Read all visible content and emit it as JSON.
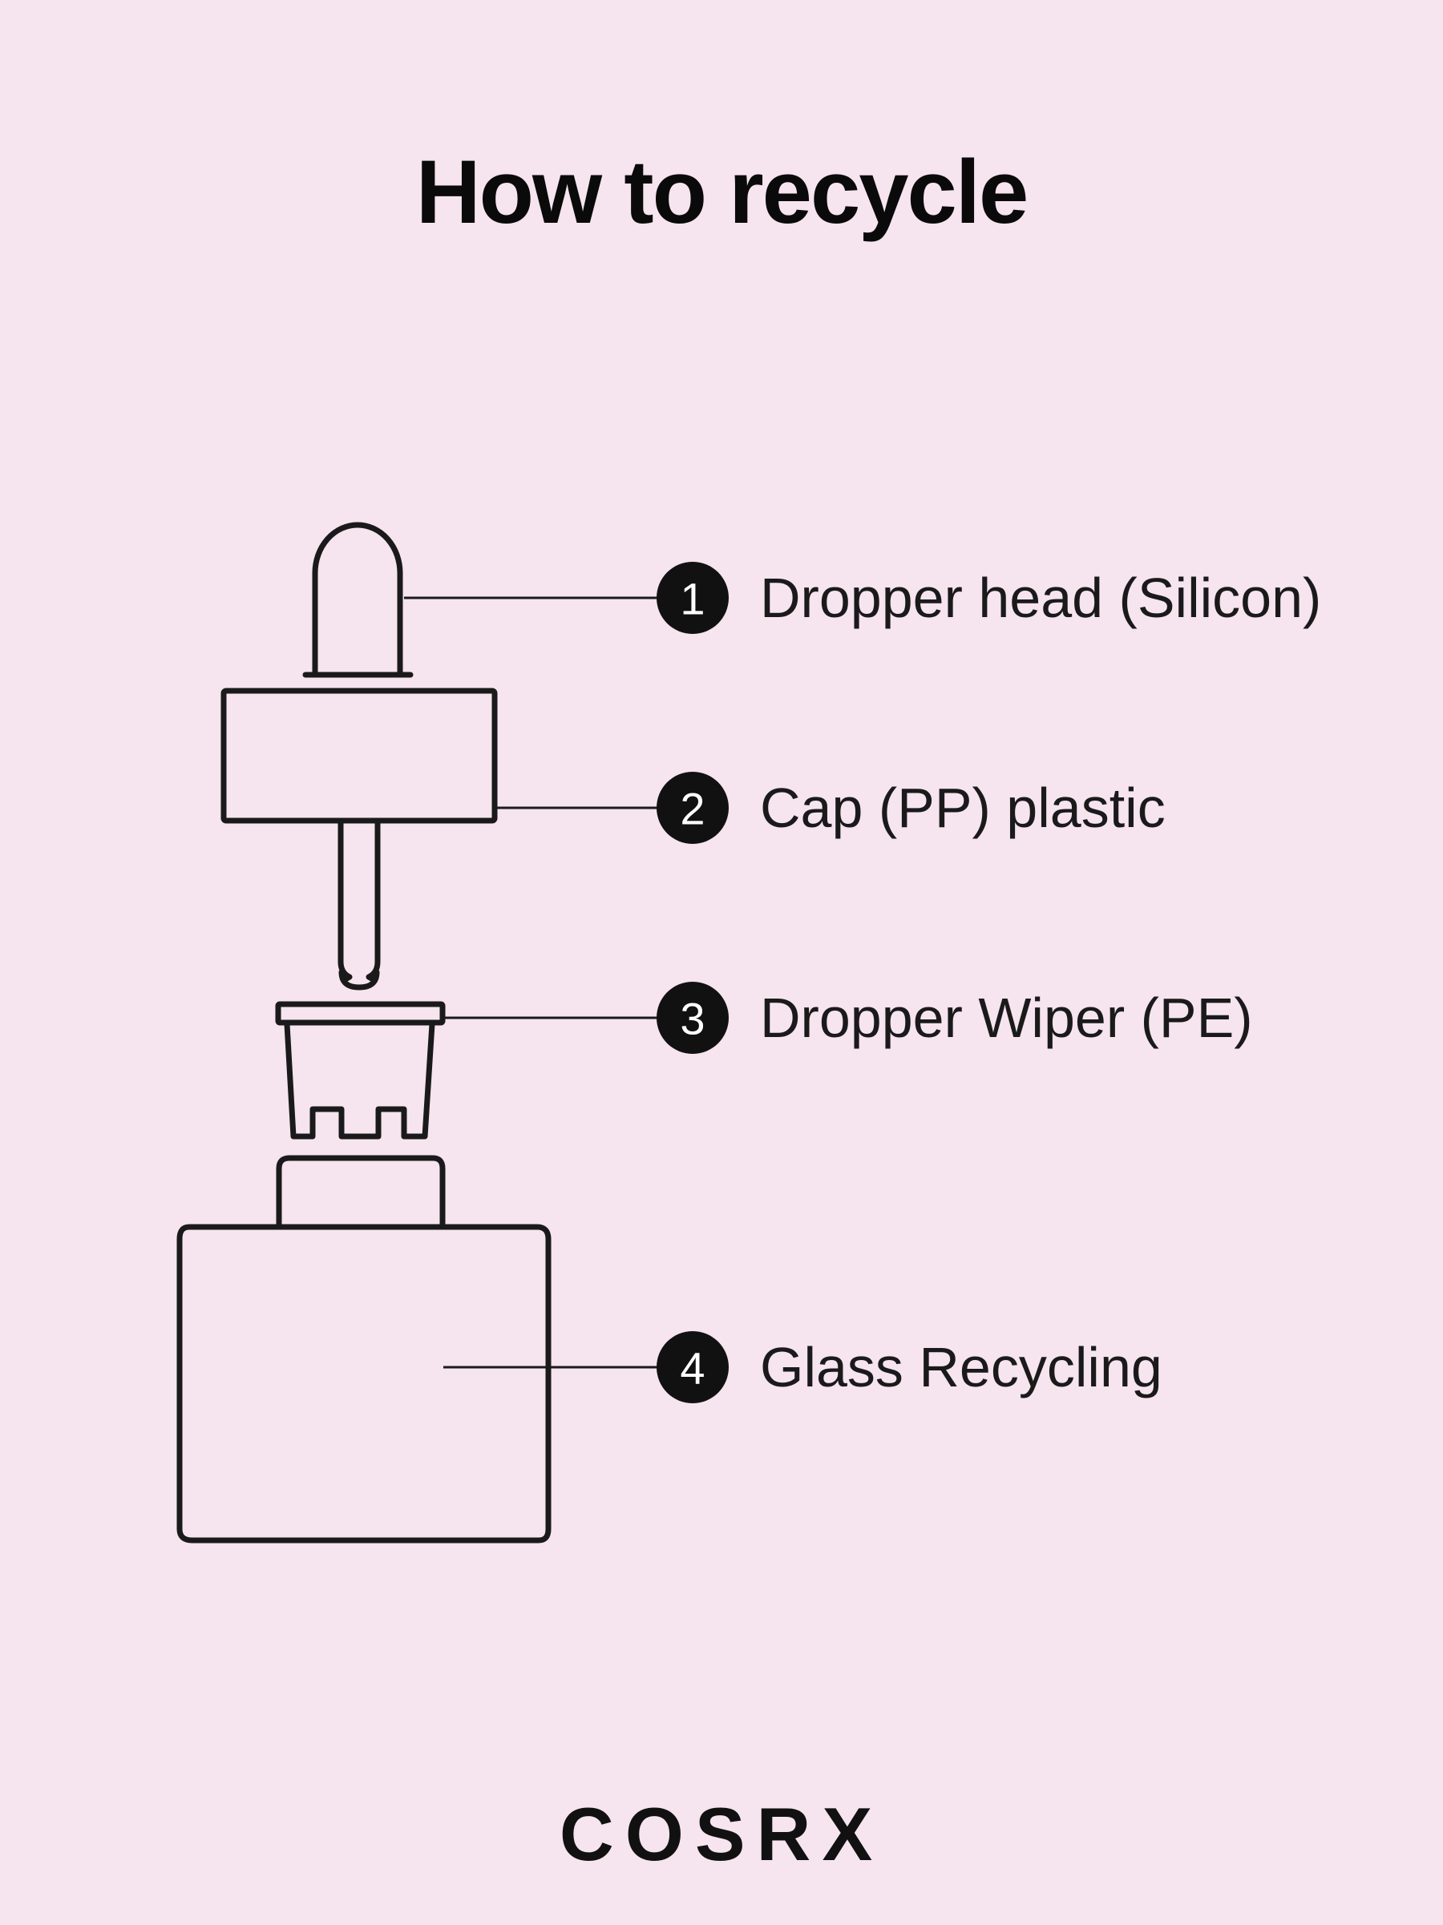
{
  "colors": {
    "background": "#f6e4ee",
    "ink": "#111111",
    "badge_text": "#ffffff"
  },
  "title": "How to recycle",
  "brand": "COSRX",
  "parts": [
    {
      "number": "1",
      "label": "Dropper head (Silicon)"
    },
    {
      "number": "2",
      "label": "Cap (PP) plastic"
    },
    {
      "number": "3",
      "label": "Dropper Wiper (PE)"
    },
    {
      "number": "4",
      "label": "Glass Recycling"
    }
  ]
}
